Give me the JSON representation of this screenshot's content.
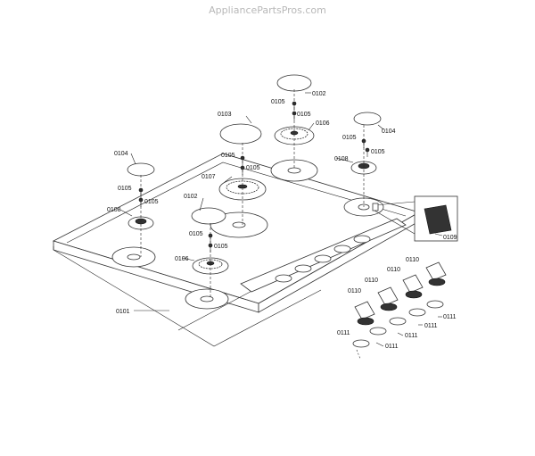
{
  "watermark": "AppliancePartsPros.com",
  "labels": {
    "p0101": "0101",
    "p0102a": "0102",
    "p0102b": "0102",
    "p0103": "0103",
    "p0104a": "0104",
    "p0104b": "0104",
    "p0105a": "0105",
    "p0105b": "0105",
    "p0105c": "0105",
    "p0105d": "0105",
    "p0105e": "0105",
    "p0105f": "0105",
    "p0105g": "0105",
    "p0105h": "0105",
    "p0105i": "0105",
    "p0105j": "0105",
    "p0106a": "0106",
    "p0106b": "0106",
    "p0107": "0107",
    "p0108a": "0108",
    "p0108b": "0108",
    "p0109": "0109",
    "p0110a": "0110",
    "p0110b": "0110",
    "p0110c": "0110",
    "p0110d": "0110",
    "p0111a": "0111",
    "p0111b": "0111",
    "p0111c": "0111",
    "p0111d": "0111",
    "p0111e": "0111"
  }
}
